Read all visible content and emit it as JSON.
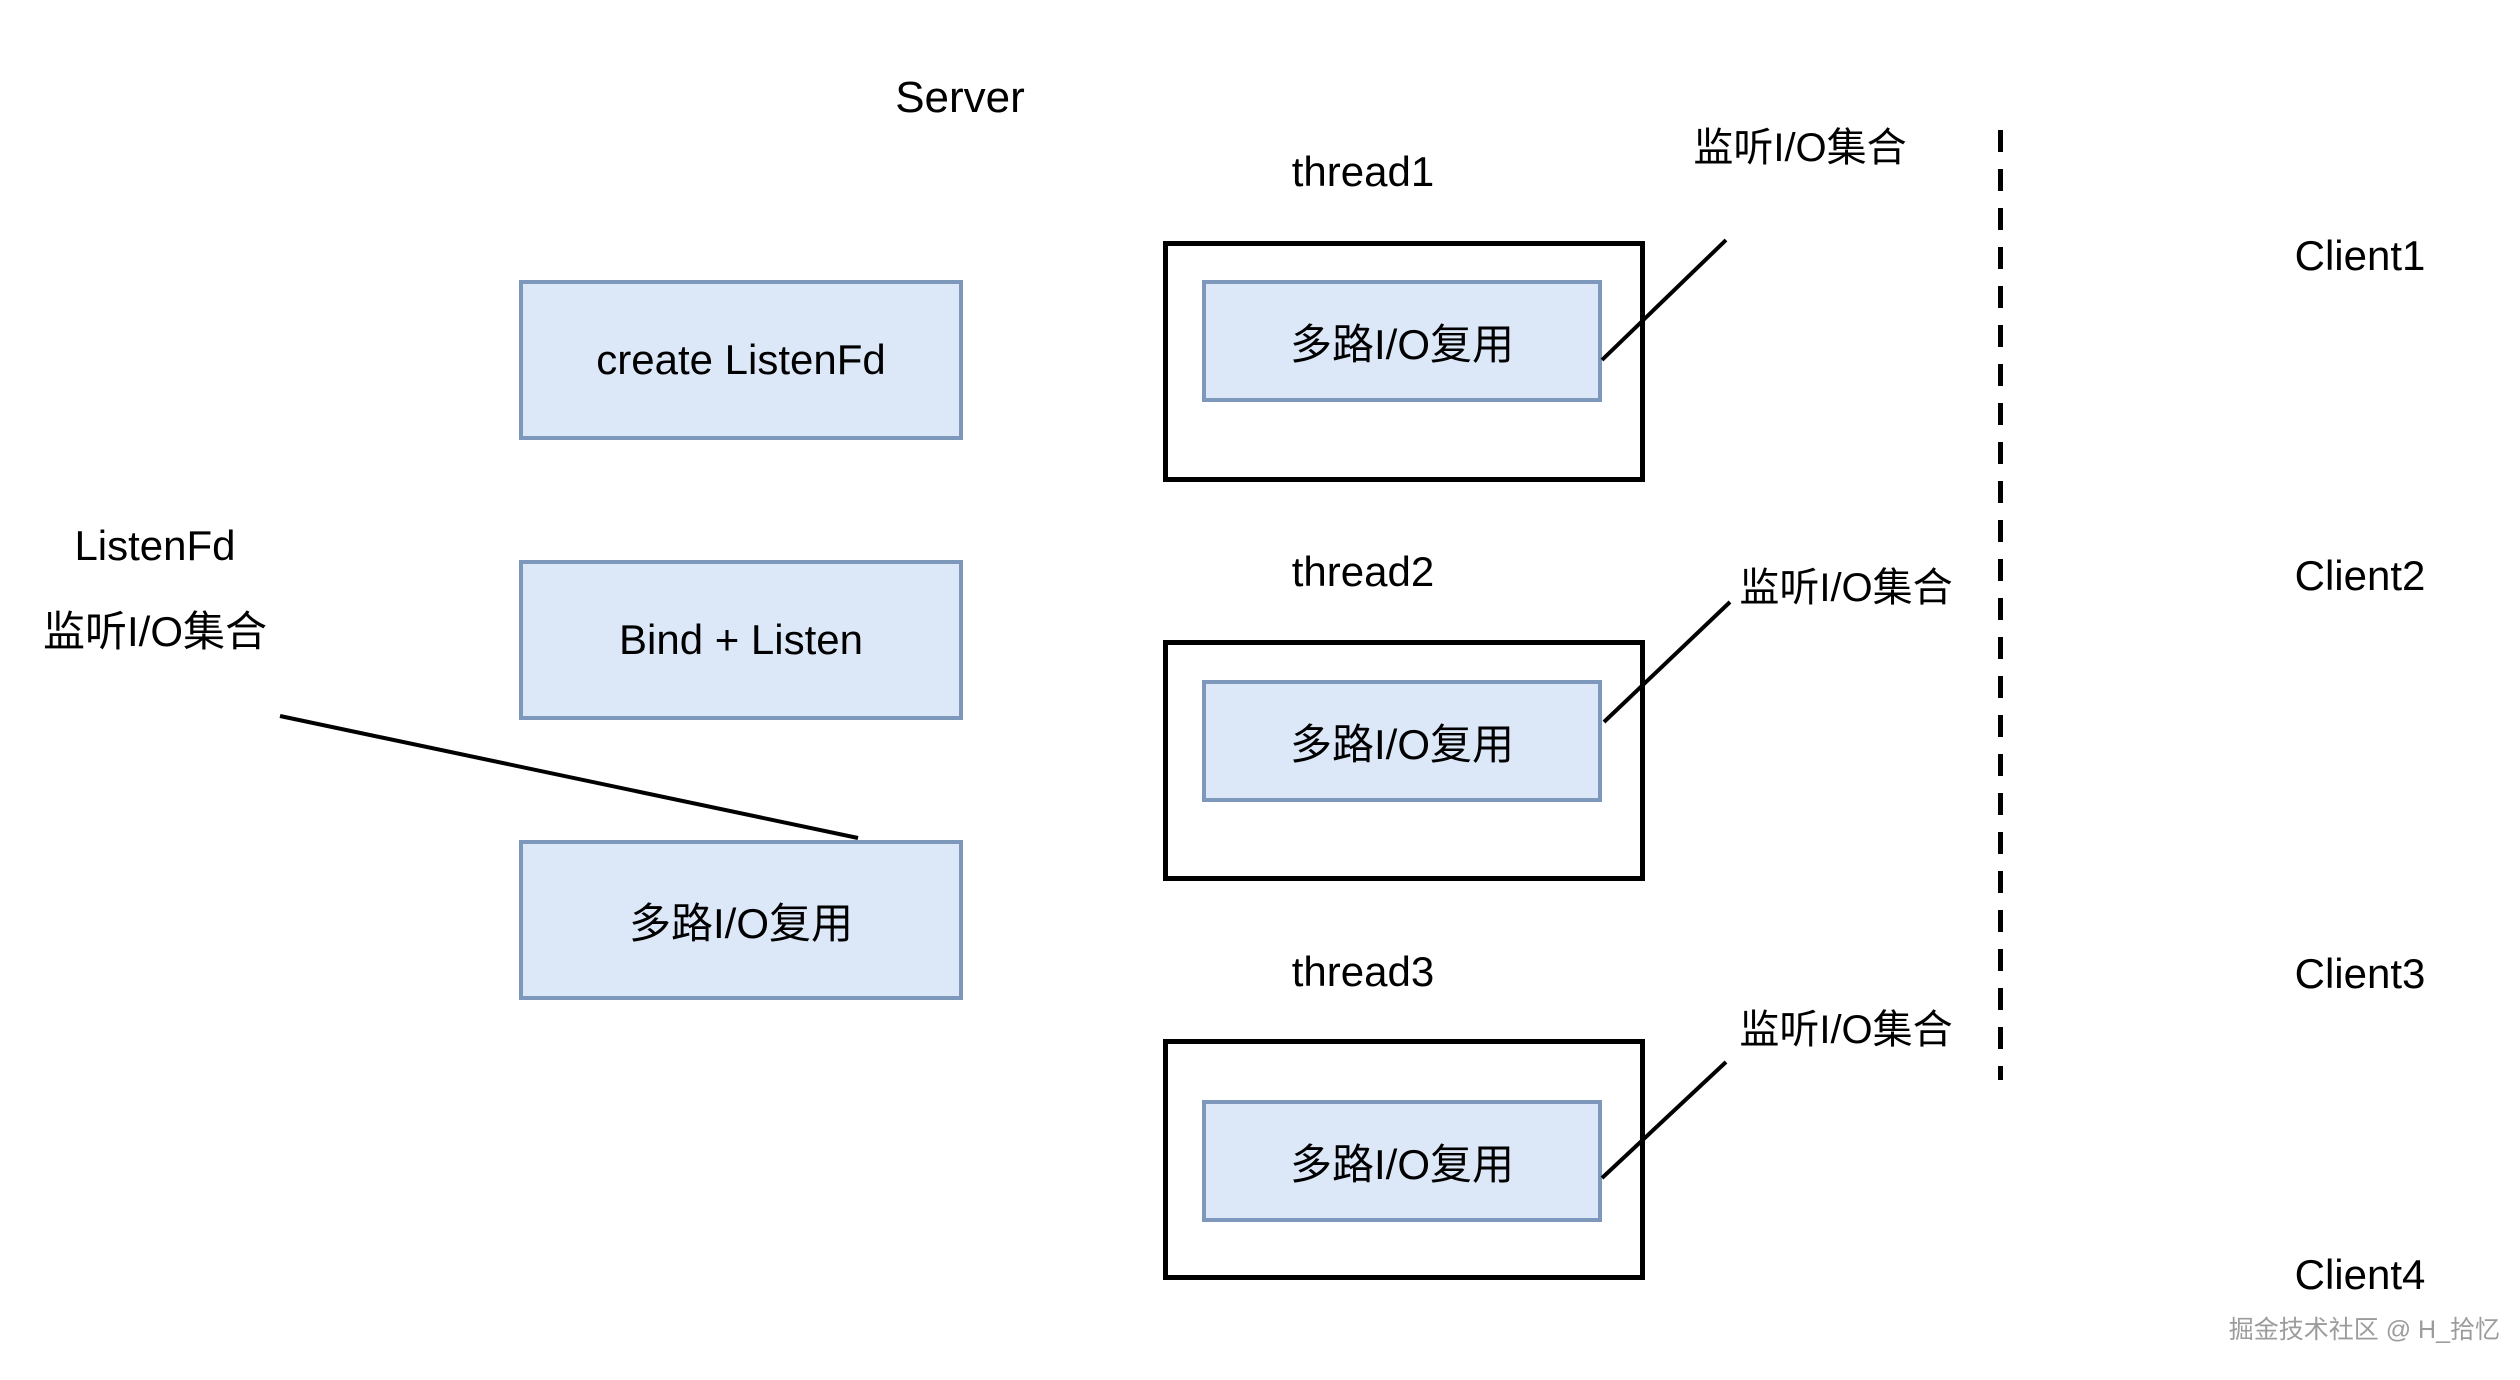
{
  "diagram": {
    "title": "Server",
    "server_steps": [
      "create ListenFd",
      "Bind + Listen",
      "多路I/O复用"
    ],
    "listenfd_label": {
      "name": "ListenFd",
      "desc": "监听I/O集合"
    },
    "threads": [
      {
        "name": "thread1",
        "box": "多路I/O复用",
        "annotation": "监听I/O集合"
      },
      {
        "name": "thread2",
        "box": "多路I/O复用",
        "annotation": "监听I/O集合"
      },
      {
        "name": "thread3",
        "box": "多路I/O复用",
        "annotation": "监听I/O集合"
      }
    ],
    "clients": [
      "Client1",
      "Client2",
      "Client3",
      "Client4"
    ],
    "watermark": "掘金技术社区 @ H_拾忆",
    "colors": {
      "box_fill": "#dce7f8",
      "box_border": "#7d98ba",
      "line": "#000000",
      "text": "#000000",
      "watermark": "#9c9c9c"
    }
  }
}
